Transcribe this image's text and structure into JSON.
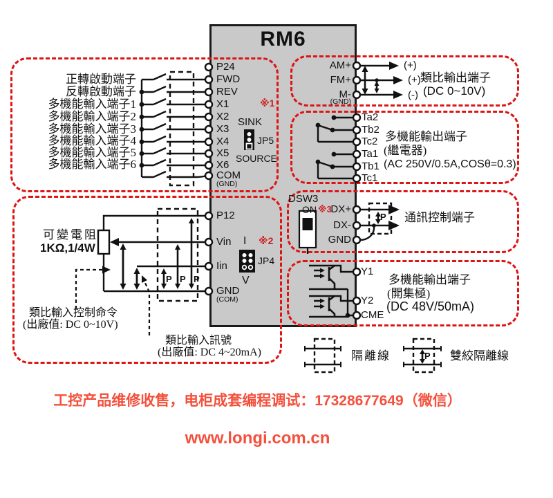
{
  "title": "RM6",
  "colors": {
    "region_dashed_red": "#dc1414",
    "note_red": "#cc1f1f",
    "footer_red": "#f4503c",
    "block_gray": "#c9c9c9"
  },
  "notes": {
    "n1": "※1",
    "n2": "※2",
    "n3": "※3"
  },
  "terminals": {
    "left_top": [
      "P24",
      "FWD",
      "REV",
      "X1",
      "X2",
      "X3",
      "X4",
      "X5",
      "X6",
      "COM"
    ],
    "left_top_sub": "(GND)",
    "left_bottom": [
      "P12",
      "Vin",
      "Iin",
      "GND"
    ],
    "left_bottom_sub": "(COM)",
    "right_analog": [
      "AM+",
      "FM+",
      "M-"
    ],
    "right_analog_sub": "(GND)",
    "right_relay": [
      "Ta2",
      "Tb2",
      "Tc2",
      "Ta1",
      "Tb1",
      "Tc1"
    ],
    "right_comm": [
      "DX+",
      "DX-",
      "GND"
    ],
    "right_oc": [
      "Y1",
      "Y2",
      "CME"
    ]
  },
  "digital_inputs": {
    "labels": [
      "正轉啟動端子",
      "反轉啟動端子",
      "多機能輸入端子1",
      "多機能輸入端子2",
      "多機能輸入端子3",
      "多機能輸入端子4",
      "多機能輸入端子5",
      "多機能輸入端子6"
    ],
    "jumper_top": "SINK",
    "jumper_name": "JP5",
    "jumper_bottom": "SOURCE"
  },
  "analog_inputs": {
    "pot_label1": "可變電阻",
    "pot_label2": "1KΩ,1/4W",
    "cmd_label1": "類比輸入控制命令",
    "cmd_label2": "(出廠值: DC 0~10V)",
    "sig_label1": "類比輸入訊號",
    "sig_label2": "(出廠值: DC 4~20mA)",
    "jumper_top": "I",
    "jumper_name": "JP4",
    "jumper_bottom": "V",
    "pair_labels": [
      "P",
      "P",
      "P"
    ]
  },
  "analog_outputs": {
    "polarity": [
      "(+)",
      "(+)",
      "(-)"
    ],
    "label1": "類比輸出端子",
    "label2": "(DC 0~10V)"
  },
  "relay_outputs": {
    "label1": "多機能輸出端子",
    "label2": "(繼電器)",
    "label3": "(AC 250V/0.5A,COSθ=0.3)"
  },
  "comm": {
    "dsw_name": "DSW3",
    "dsw_on": "ON",
    "pair_label": "P",
    "label1": "通訊控制端子"
  },
  "open_collector": {
    "label1": "多機能輸出端子",
    "label2": "(開集極)",
    "label3": "(DC 48V/50mA)"
  },
  "legend": {
    "shield_label": "隔離線",
    "twisted_label": "雙絞隔離線",
    "pair_label": "P"
  },
  "footer": {
    "line1": "工控产品维修收售，电柜成套编程调试：17328677649（微信）",
    "line2": "www.longi.com.cn"
  }
}
